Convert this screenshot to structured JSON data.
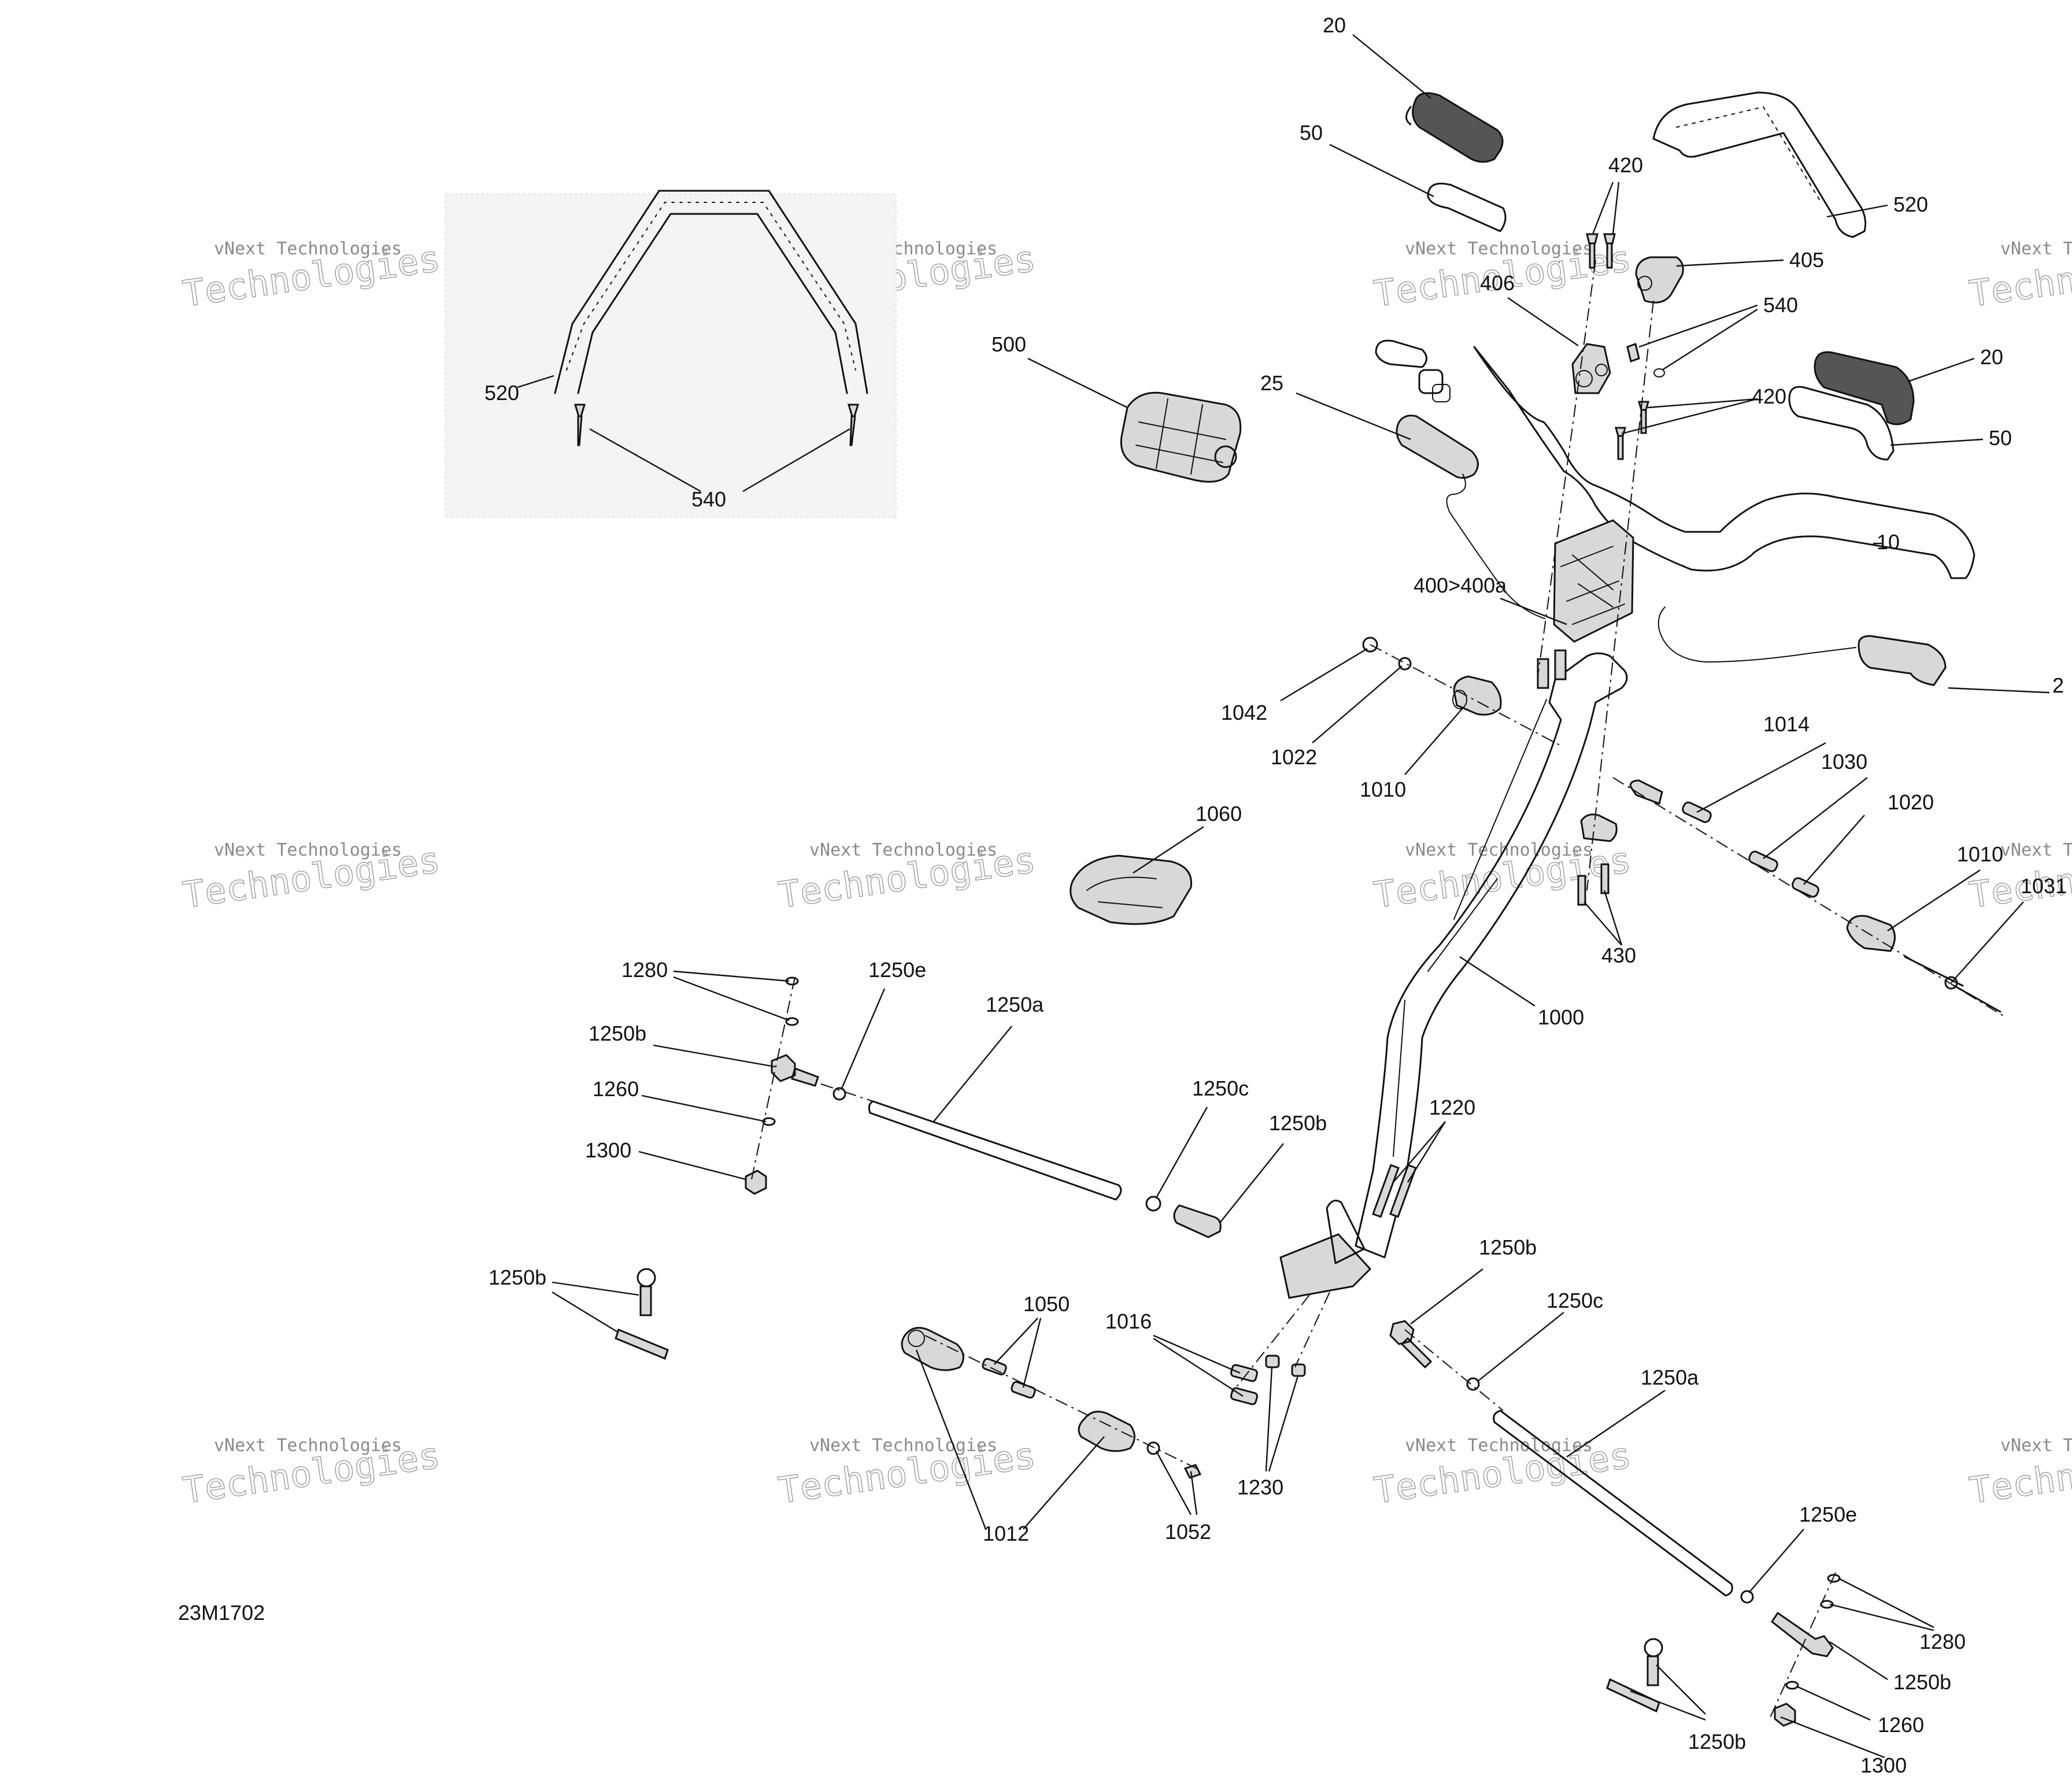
{
  "diagram_code": "23M1702",
  "watermark": {
    "line1": "vNext Technologies",
    "line2": "Technologies"
  },
  "callouts": {
    "c20a": "20",
    "c50a": "50",
    "c420a": "420",
    "c520a": "520",
    "c405": "405",
    "c406": "406",
    "c540a": "540",
    "c20b": "20",
    "c420b": "420",
    "c50b": "50",
    "c10": "10",
    "c25": "25",
    "c500": "500",
    "c400": "400>400a",
    "c2x": "2",
    "c1042": "1042",
    "c1022": "1022",
    "c1010a": "1010",
    "c1014": "1014",
    "c1030": "1030",
    "c1020": "1020",
    "c1010b": "1010",
    "c1031": "1031",
    "c430": "430",
    "c1060": "1060",
    "c1000": "1000",
    "c1220": "1220",
    "c1280a": "1280",
    "c1250ea": "1250e",
    "c1250aa": "1250a",
    "c1250ba": "1250b",
    "c1260a": "1260",
    "c1300a": "1300",
    "c1250ca": "1250c",
    "c1250bb": "1250b",
    "c1250bc": "1250b",
    "c1050": "1050",
    "c1016": "1016",
    "c1250bd": "1250b",
    "c1250cb": "1250c",
    "c1250ab": "1250a",
    "c1012": "1012",
    "c1052": "1052",
    "c1230": "1230",
    "c1250eb": "1250e",
    "c1280b": "1280",
    "c1250be": "1250b",
    "c1260b": "1260",
    "c1250bf": "1250b",
    "c1300b": "1300",
    "inset520": "520",
    "inset540": "540"
  }
}
